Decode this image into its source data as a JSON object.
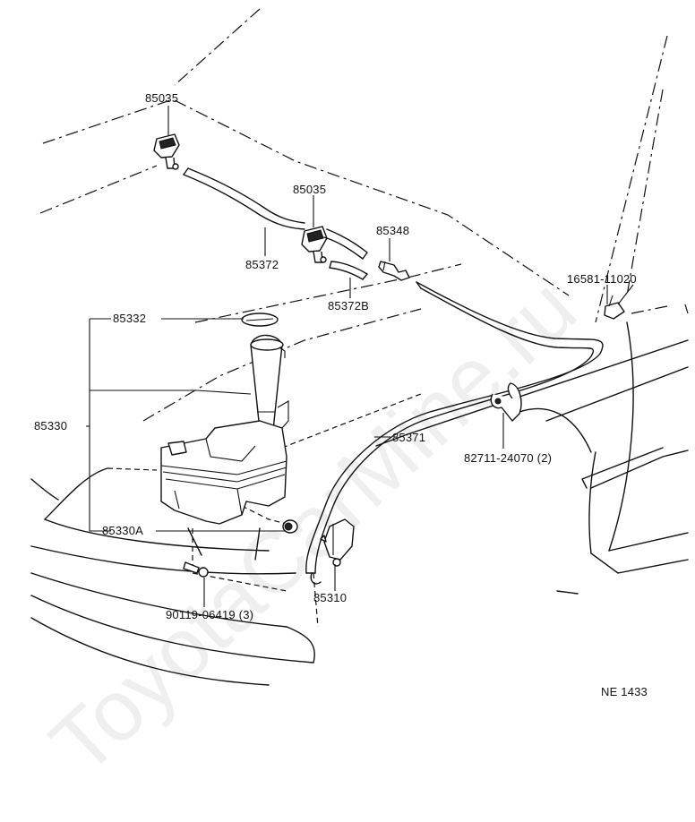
{
  "watermark": "ToyotaCarMine.ru",
  "drawing_code": "NE 1433",
  "parts": {
    "nozzle_1": "85035",
    "nozzle_2": "85035",
    "hose_1": "85372",
    "hose_2": "85372B",
    "joint": "85348",
    "cap": "85332",
    "tank_assy": "85330",
    "tank": "85330A",
    "hose_long": "85371",
    "pump": "85310",
    "bolt": "90119-06419 (3)",
    "clamp": "82711-24070 (2)",
    "clip": "16581-11020"
  }
}
